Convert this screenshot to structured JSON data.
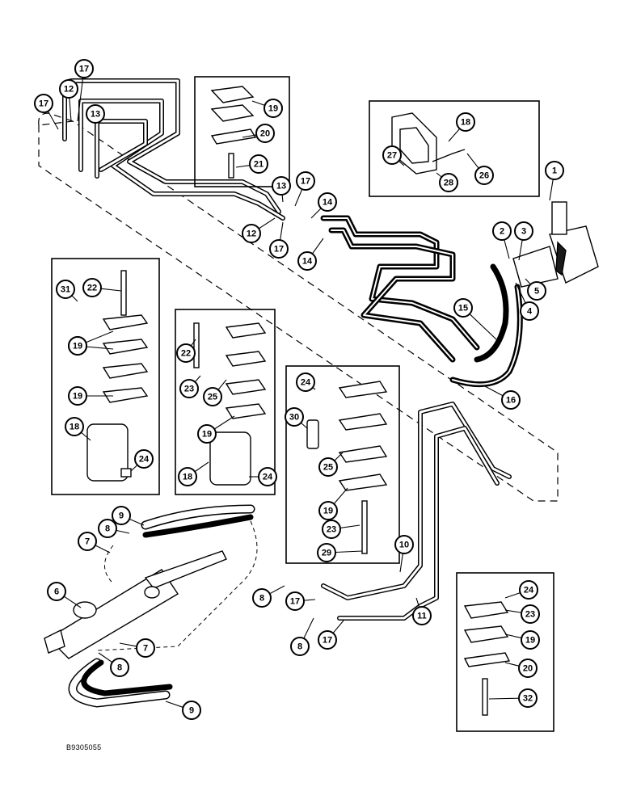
{
  "figure_code": "B9305055",
  "callouts": [
    {
      "id": "c1",
      "label": "1"
    },
    {
      "id": "c2",
      "label": "2"
    },
    {
      "id": "c3",
      "label": "3"
    },
    {
      "id": "c4",
      "label": "4"
    },
    {
      "id": "c5",
      "label": "5"
    },
    {
      "id": "c6",
      "label": "6"
    },
    {
      "id": "c7a",
      "label": "7"
    },
    {
      "id": "c7b",
      "label": "7"
    },
    {
      "id": "c8a",
      "label": "8"
    },
    {
      "id": "c8b",
      "label": "8"
    },
    {
      "id": "c8c",
      "label": "8"
    },
    {
      "id": "c8d",
      "label": "8"
    },
    {
      "id": "c9a",
      "label": "9"
    },
    {
      "id": "c9b",
      "label": "9"
    },
    {
      "id": "c10",
      "label": "10"
    },
    {
      "id": "c11",
      "label": "11"
    },
    {
      "id": "c12a",
      "label": "12"
    },
    {
      "id": "c12b",
      "label": "12"
    },
    {
      "id": "c13a",
      "label": "13"
    },
    {
      "id": "c13b",
      "label": "13"
    },
    {
      "id": "c14a",
      "label": "14"
    },
    {
      "id": "c14b",
      "label": "14"
    },
    {
      "id": "c15",
      "label": "15"
    },
    {
      "id": "c16",
      "label": "16"
    },
    {
      "id": "c17a",
      "label": "17"
    },
    {
      "id": "c17b",
      "label": "17"
    },
    {
      "id": "c17c",
      "label": "17"
    },
    {
      "id": "c17d",
      "label": "17"
    },
    {
      "id": "c17e",
      "label": "17"
    },
    {
      "id": "c17f",
      "label": "17"
    },
    {
      "id": "c18a",
      "label": "18"
    },
    {
      "id": "c18b",
      "label": "18"
    },
    {
      "id": "c18c",
      "label": "18"
    },
    {
      "id": "c19a",
      "label": "19"
    },
    {
      "id": "c19b",
      "label": "19"
    },
    {
      "id": "c19c",
      "label": "19"
    },
    {
      "id": "c19d",
      "label": "19"
    },
    {
      "id": "c19e",
      "label": "19"
    },
    {
      "id": "c19f",
      "label": "19"
    },
    {
      "id": "c19g",
      "label": "19"
    },
    {
      "id": "c20a",
      "label": "20"
    },
    {
      "id": "c20b",
      "label": "20"
    },
    {
      "id": "c21",
      "label": "21"
    },
    {
      "id": "c22a",
      "label": "22"
    },
    {
      "id": "c22b",
      "label": "22"
    },
    {
      "id": "c23a",
      "label": "23"
    },
    {
      "id": "c23b",
      "label": "23"
    },
    {
      "id": "c23c",
      "label": "23"
    },
    {
      "id": "c24a",
      "label": "24"
    },
    {
      "id": "c24b",
      "label": "24"
    },
    {
      "id": "c24c",
      "label": "24"
    },
    {
      "id": "c24d",
      "label": "24"
    },
    {
      "id": "c25a",
      "label": "25"
    },
    {
      "id": "c25b",
      "label": "25"
    },
    {
      "id": "c26",
      "label": "26"
    },
    {
      "id": "c27",
      "label": "27"
    },
    {
      "id": "c28",
      "label": "28"
    },
    {
      "id": "c29",
      "label": "29"
    },
    {
      "id": "c30",
      "label": "30"
    },
    {
      "id": "c31",
      "label": "31"
    },
    {
      "id": "c32",
      "label": "32"
    }
  ]
}
